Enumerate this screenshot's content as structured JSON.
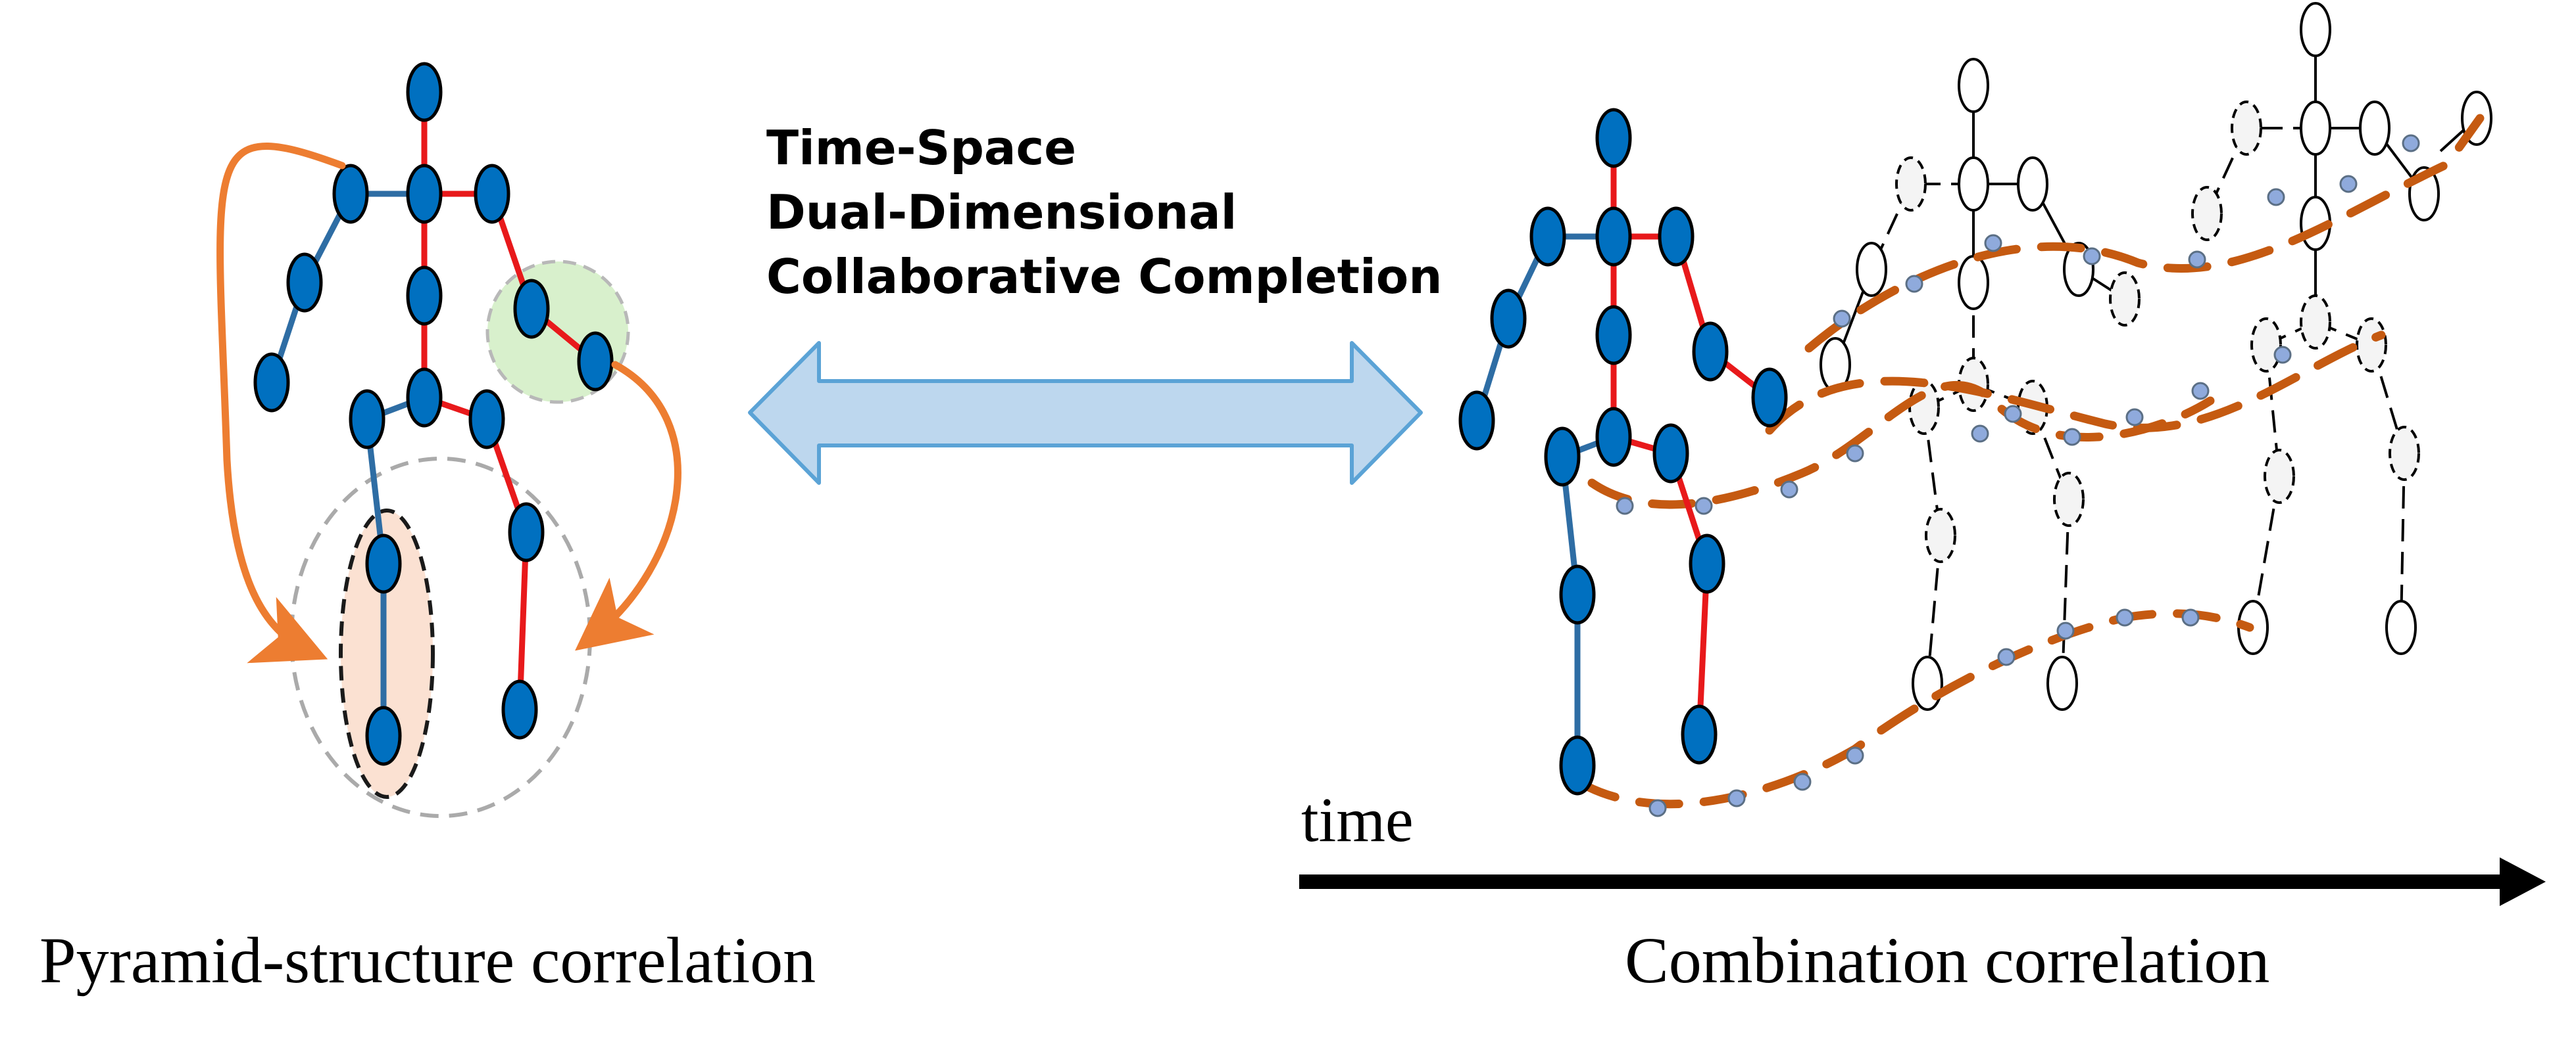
{
  "diagram": {
    "center_label": {
      "line1": "Time-Space",
      "line2": "Dual-Dimensional",
      "line3": "Collaborative Completion"
    },
    "left_caption": "Pyramid-structure correlation",
    "right_caption": "Combination correlation",
    "time_label": "time",
    "colors": {
      "joint_fill": "#0070C0",
      "left_limb": "#2E6DA4",
      "right_limb": "#E8191B",
      "curved_arrow": "#ED7D31",
      "trajectory": "#C55A11",
      "double_arrow_fill": "#BDD7EE",
      "double_arrow_stroke": "#5BA3D6",
      "highlight_green": "#D8F0CC",
      "highlight_peach": "#FBE1D2"
    }
  }
}
